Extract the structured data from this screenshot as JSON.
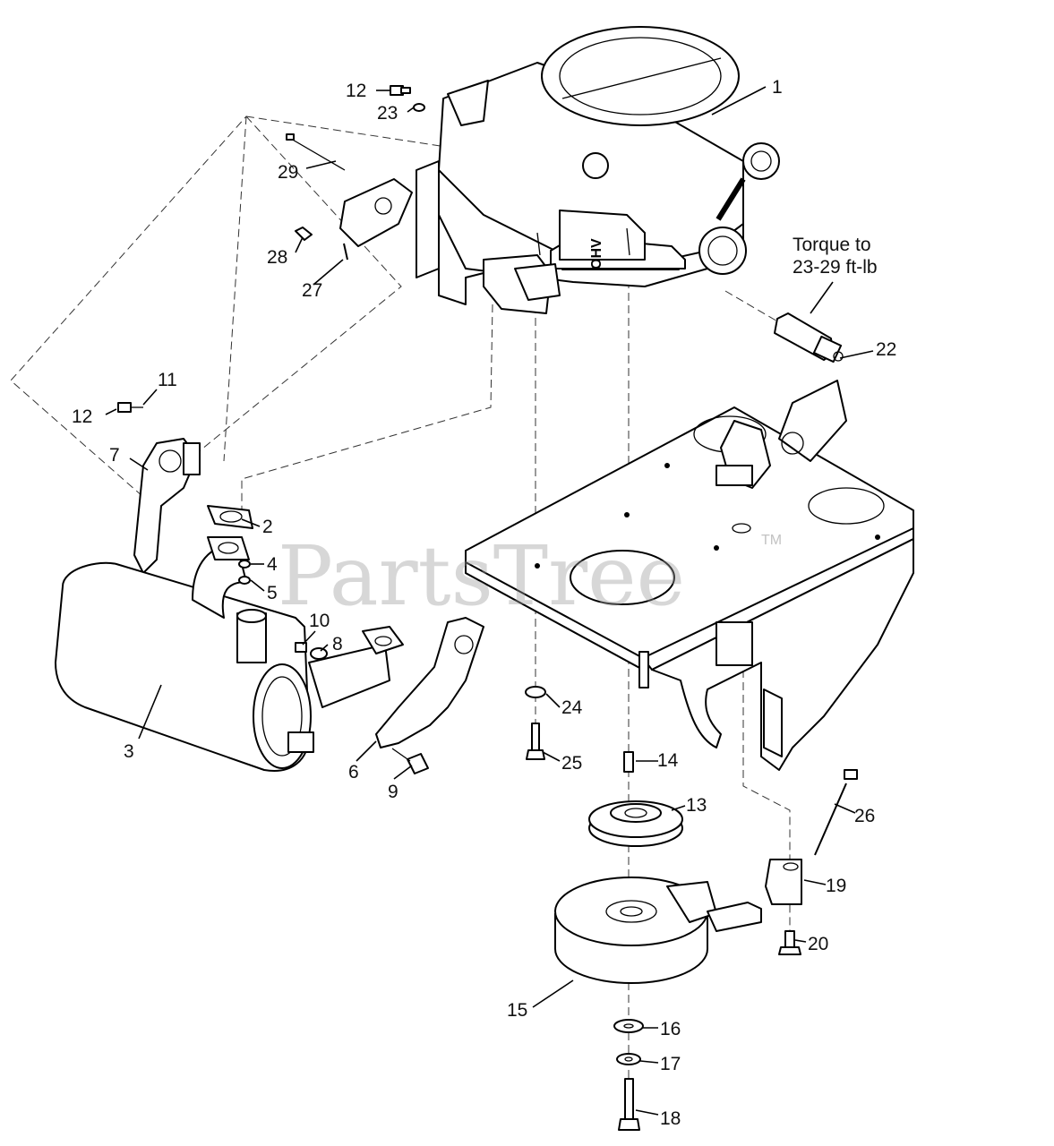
{
  "watermark": {
    "text": "PartsTree",
    "mark": "TM"
  },
  "annotation": {
    "line1": "Torque to",
    "line2": "23-29 ft-lb"
  },
  "engine": {
    "badge": "OHV"
  },
  "callouts": [
    {
      "key": "c1",
      "label": "1"
    },
    {
      "key": "c2",
      "label": "2"
    },
    {
      "key": "c3",
      "label": "3"
    },
    {
      "key": "c4",
      "label": "4"
    },
    {
      "key": "c5",
      "label": "5"
    },
    {
      "key": "c6",
      "label": "6"
    },
    {
      "key": "c7",
      "label": "7"
    },
    {
      "key": "c8",
      "label": "8"
    },
    {
      "key": "c9",
      "label": "9"
    },
    {
      "key": "c10",
      "label": "10"
    },
    {
      "key": "c11",
      "label": "11"
    },
    {
      "key": "c12a",
      "label": "12"
    },
    {
      "key": "c12b",
      "label": "12"
    },
    {
      "key": "c13",
      "label": "13"
    },
    {
      "key": "c14",
      "label": "14"
    },
    {
      "key": "c15",
      "label": "15"
    },
    {
      "key": "c16",
      "label": "16"
    },
    {
      "key": "c17",
      "label": "17"
    },
    {
      "key": "c18",
      "label": "18"
    },
    {
      "key": "c19",
      "label": "19"
    },
    {
      "key": "c20",
      "label": "20"
    },
    {
      "key": "c22",
      "label": "22"
    },
    {
      "key": "c23",
      "label": "23"
    },
    {
      "key": "c24",
      "label": "24"
    },
    {
      "key": "c25",
      "label": "25"
    },
    {
      "key": "c26",
      "label": "26"
    },
    {
      "key": "c27",
      "label": "27"
    },
    {
      "key": "c28",
      "label": "28"
    },
    {
      "key": "c29",
      "label": "29"
    }
  ]
}
